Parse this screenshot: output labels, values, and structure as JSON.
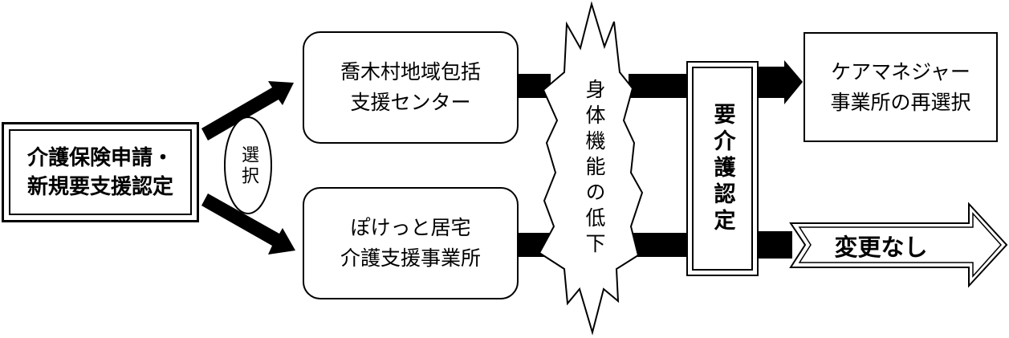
{
  "diagram": {
    "start": {
      "line1": "介護保険申請・",
      "line2": "新規要支援認定"
    },
    "select_label": "選択",
    "center_top": {
      "line1": "喬木村地域包括",
      "line2": "支援センター"
    },
    "center_bottom": {
      "line1": "ぽけっと居宅",
      "line2": "介護支援事業所"
    },
    "decline_label": "身体機能の低下",
    "certification": "要介護認定",
    "result_top": {
      "line1": "ケアマネジャー",
      "line2": "事業所の再選択"
    },
    "result_bottom": "変更なし"
  }
}
